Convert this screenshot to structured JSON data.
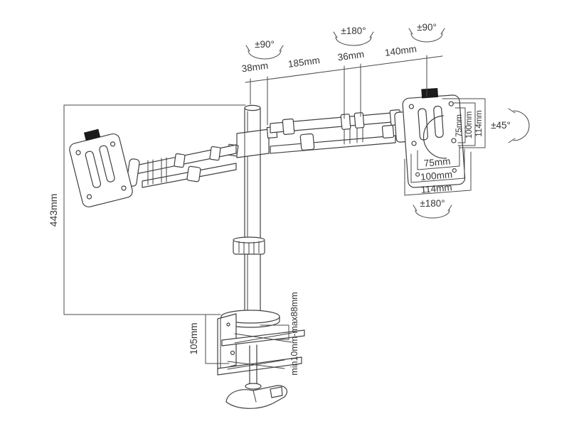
{
  "drawing": {
    "background_color": "#ffffff",
    "line_color": "#404040",
    "knob_color": "#1b1b1b",
    "top_dimensions": [
      "38mm",
      "185mm",
      "36mm",
      "140mm"
    ],
    "angles": {
      "pole_swivel": "±90°",
      "elbow_swivel": "±180°",
      "head_swivel": "±90°",
      "head_tilt": "±45°",
      "head_rotation": "±180°"
    },
    "vesa_vertical_dimensions": [
      "75mm",
      "100mm",
      "114mm"
    ],
    "vesa_horizontal_dimensions": [
      "75mm",
      "100mm",
      "114mm"
    ],
    "pole_height": "443mm",
    "clamp_body_height": "105mm",
    "desk_thickness_range": "min10mm-max88mm"
  }
}
